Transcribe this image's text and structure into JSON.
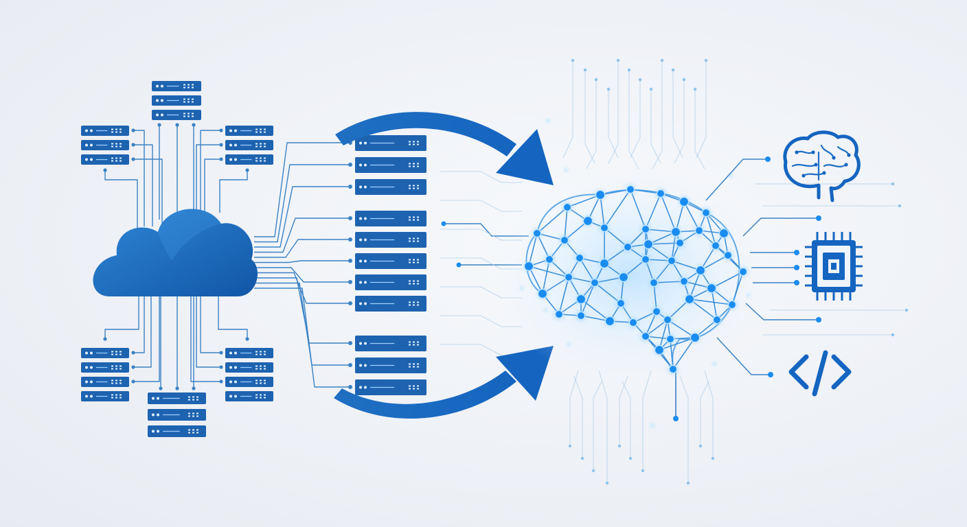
{
  "diagram": {
    "nodes": [
      {
        "id": "cloud",
        "kind": "cloud-icon"
      },
      {
        "id": "server-cluster-top",
        "kind": "server-rack-icon",
        "units": 3
      },
      {
        "id": "server-cluster-upper-left",
        "kind": "server-rack-icon",
        "units": 3
      },
      {
        "id": "server-cluster-upper-right",
        "kind": "server-rack-icon",
        "units": 3
      },
      {
        "id": "server-cluster-lower-left",
        "kind": "server-rack-icon",
        "units": 4
      },
      {
        "id": "server-cluster-lower-right",
        "kind": "server-rack-icon",
        "units": 4
      },
      {
        "id": "server-cluster-bottom",
        "kind": "server-rack-icon",
        "units": 3
      },
      {
        "id": "server-stack-a",
        "kind": "server-rack-icon",
        "units": 3
      },
      {
        "id": "server-stack-b",
        "kind": "server-rack-icon",
        "units": 5
      },
      {
        "id": "server-stack-c",
        "kind": "server-rack-icon",
        "units": 3
      },
      {
        "id": "neural-brain",
        "kind": "neural-network-brain-icon"
      },
      {
        "id": "brain-output",
        "kind": "brain-icon"
      },
      {
        "id": "chip-output",
        "kind": "cpu-chip-icon"
      },
      {
        "id": "code-output",
        "kind": "code-brackets-icon"
      }
    ],
    "edges": [
      {
        "from": "cloud",
        "to": "server-cluster-top"
      },
      {
        "from": "cloud",
        "to": "server-cluster-upper-left"
      },
      {
        "from": "cloud",
        "to": "server-cluster-upper-right"
      },
      {
        "from": "cloud",
        "to": "server-cluster-lower-left"
      },
      {
        "from": "cloud",
        "to": "server-cluster-lower-right"
      },
      {
        "from": "cloud",
        "to": "server-cluster-bottom"
      },
      {
        "from": "cloud",
        "to": "server-stack-a"
      },
      {
        "from": "cloud",
        "to": "server-stack-b"
      },
      {
        "from": "cloud",
        "to": "server-stack-c"
      },
      {
        "from": "server-stack-a",
        "to": "neural-brain",
        "style": "curved-arrow"
      },
      {
        "from": "server-stack-c",
        "to": "neural-brain",
        "style": "curved-arrow"
      },
      {
        "from": "neural-brain",
        "to": "brain-output"
      },
      {
        "from": "neural-brain",
        "to": "chip-output"
      },
      {
        "from": "neural-brain",
        "to": "code-output"
      }
    ]
  },
  "colors": {
    "background": "#eef1f6",
    "primary": "#1565c0",
    "server": "#1e63b0",
    "line": "#3b82c4",
    "node": "#1a8cf0",
    "glow": "#6ec3ff"
  }
}
